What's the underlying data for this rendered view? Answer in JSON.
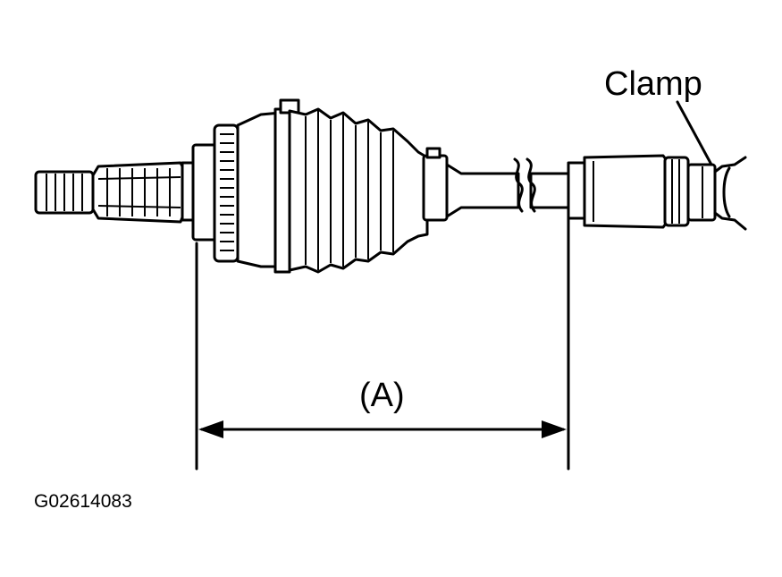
{
  "diagram": {
    "callout_label": "Clamp",
    "dimension_label": "(A)",
    "figure_id": "G02614083"
  },
  "colors": {
    "ink": "#000000",
    "paper": "#ffffff"
  }
}
